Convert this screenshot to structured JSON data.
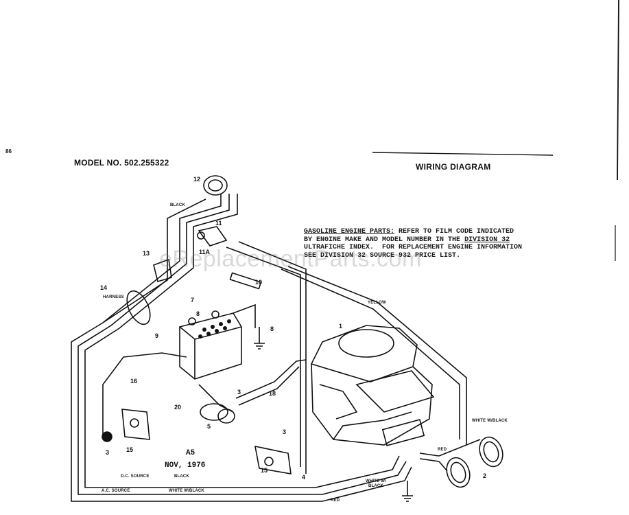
{
  "header": {
    "model_no": "MODEL NO. 502.255322",
    "title": "WIRING DIAGRAM"
  },
  "note": {
    "heading": "GASOLINE ENGINE PARTS:",
    "line1_rest": " REFER TO FILM CODE INDICATED",
    "line2": "BY ENGINE MAKE AND MODEL NUMBER IN THE",
    "line2_link": "DIVISION 32",
    "line3": "ULTRAFICHE INDEX.  FOR REPLACEMENT ENGINE INFORMATION",
    "line4": "SEE DIVISION 32 SOURCE 932 PRICE LIST."
  },
  "stamp": {
    "code": "A5",
    "date": "NOV, 1976"
  },
  "watermark": "eReplacementParts.com",
  "wire_labels": {
    "black": "BLACK",
    "yellow": "YELLOW",
    "white_black": "WHITE W/BLACK",
    "red_upper": "RED",
    "red_lower": "RED",
    "white_black_ground": "WHITE W/ BLACK",
    "harness": "HARNESS",
    "dc_source": "D.C. SOURCE",
    "dc_color": "BLACK",
    "ac_source": "A.C. SOURCE",
    "ac_color": "WHITE W/BLACK"
  },
  "callouts": [
    "12",
    "11",
    "11A",
    "13",
    "14",
    "10",
    "7",
    "8",
    "9",
    "8",
    "1",
    "16",
    "3",
    "18",
    "20",
    "5",
    "3",
    "15",
    "3",
    "15",
    "2",
    "4"
  ],
  "margin_mark": "86"
}
